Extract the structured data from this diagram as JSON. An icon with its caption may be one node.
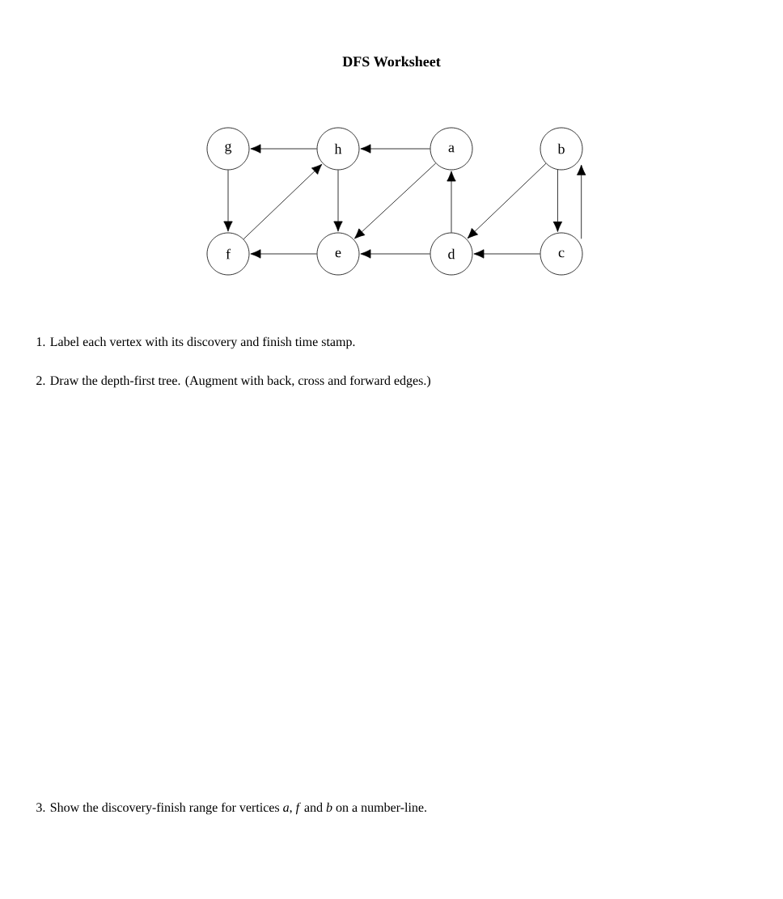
{
  "diagram": {
    "title": "DFS Worksheet",
    "nodes": [
      {
        "text": [
          "g"
        ]
      },
      {
        "text": [
          "h"
        ]
      },
      {
        "text": [
          "a"
        ]
      },
      {
        "text": [
          "b"
        ]
      },
      {
        "text": [
          "f"
        ]
      },
      {
        "text": [
          "e"
        ]
      },
      {
        "text": [
          "d"
        ]
      },
      {
        "text": [
          "c"
        ]
      }
    ],
    "edges": [
      {
        "from": 1,
        "to": 0,
        "arrow": "to"
      },
      {
        "from": 2,
        "to": 1,
        "arrow": "to"
      },
      {
        "from": 0,
        "to": 4,
        "arrow": "to"
      },
      {
        "from": 4,
        "to": 1,
        "arrow": "to"
      },
      {
        "from": 1,
        "to": 5,
        "arrow": "to"
      },
      {
        "from": 2,
        "to": 5,
        "arrow": "to"
      },
      {
        "from": 6,
        "to": 2,
        "arrow": "to"
      },
      {
        "from": 5,
        "to": 4,
        "arrow": "to"
      },
      {
        "from": 6,
        "to": 5,
        "arrow": "to"
      },
      {
        "from": 3,
        "to": 6,
        "arrow": "to"
      },
      {
        "from": 3,
        "to": 7,
        "arrow": "to"
      },
      {
        "from": 7,
        "to": 3,
        "arrow": "to"
      },
      {
        "from": 7,
        "to": 6,
        "arrow": "to"
      }
    ],
    "labels": [
      "1. Label each vertex with its discovery and finish time stamp.",
      "2. Draw the depth-first tree. (Augment with back, cross and forward edges.)",
      "3. Show the discovery-finish range for vertices *a*, *f* and *b* on a number-line."
    ]
  }
}
